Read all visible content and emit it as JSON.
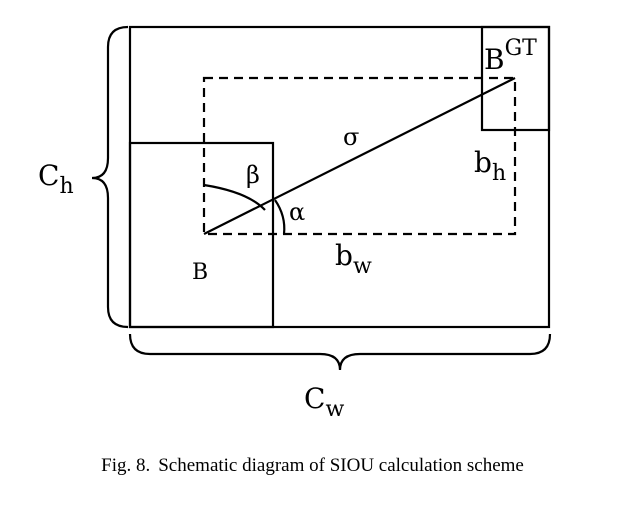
{
  "labels": {
    "ch_main": "C",
    "ch_sub": "h",
    "cw_main": "C",
    "cw_sub": "w",
    "bgt_main": "B",
    "bgt_sup": "GT",
    "b_pred": "B",
    "sigma": "σ",
    "beta": "β",
    "alpha": "α",
    "bh_main": "b",
    "bh_sub": "h",
    "bw_main": "b",
    "bw_sub": "w"
  },
  "caption": {
    "fig": "Fig. 8.",
    "text": "Schematic diagram of SIOU calculation scheme"
  }
}
